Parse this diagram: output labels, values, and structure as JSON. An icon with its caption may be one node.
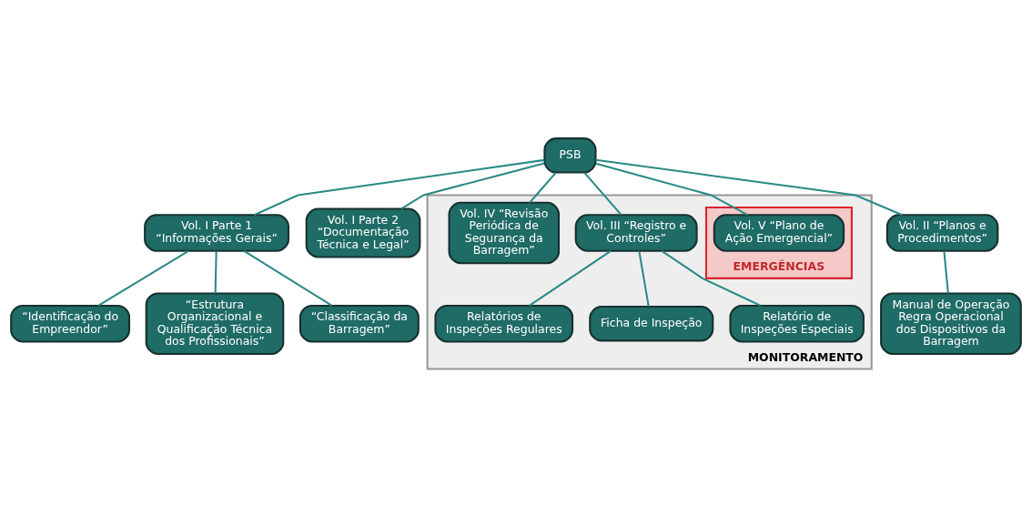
{
  "diagram": {
    "nodes": [
      {
        "text": [
          "PSB"
        ]
      },
      {
        "text": [
          "Vol. I Parte 1 “Informações Gerais”"
        ]
      },
      {
        "text": [
          "Vol. I Parte 2 “Documentação Técnica e Legal”"
        ]
      },
      {
        "text": [
          "Vol. II “Planos e Procedimentos”"
        ]
      },
      {
        "text": [
          "MONITORAMENTO"
        ]
      },
      {
        "text": [
          "Vol. III “Registro e Controles”"
        ],
        "in": 4
      },
      {
        "text": [
          "Vol. IV “Revisão Periódica de Segurança da Barragem”"
        ],
        "in": 4
      },
      {
        "text": [
          "EMERGÊNCIAS"
        ],
        "in": 4
      },
      {
        "text": [
          "Vol. V “Plano de Ação Emergencial”"
        ],
        "in": 7
      },
      {
        "text": [
          "“Identificação do Empreendor”"
        ]
      },
      {
        "text": [
          "“Estrutura Organizacional e Qualificação Técnica dos Profissionais”"
        ]
      },
      {
        "text": [
          "“Classificação da Barragem”"
        ]
      },
      {
        "text": [
          "Manual de Operação Regra Operacional dos Dispositivos da Barragem"
        ]
      },
      {
        "text": [
          "Relatórios de Inspeções Regulares"
        ],
        "in": 4
      },
      {
        "text": [
          "Ficha de Inspeção"
        ],
        "in": 4
      },
      {
        "text": [
          "Relatório de Inspeções Especiais"
        ],
        "in": 4
      }
    ],
    "edges": [
      {
        "from": 0,
        "to": 1,
        "arrow": "none"
      },
      {
        "from": 0,
        "to": 2,
        "arrow": "none"
      },
      {
        "from": 0,
        "to": 3,
        "arrow": "none"
      },
      {
        "from": 0,
        "to": 5,
        "arrow": "none"
      },
      {
        "from": 0,
        "to": 6,
        "arrow": "none"
      },
      {
        "from": 0,
        "to": 8,
        "arrow": "none"
      },
      {
        "from": 1,
        "to": 9,
        "arrow": "none"
      },
      {
        "from": 1,
        "to": 10,
        "arrow": "none"
      },
      {
        "from": 1,
        "to": 11,
        "arrow": "none"
      },
      {
        "from": 3,
        "to": 12,
        "arrow": "none"
      },
      {
        "from": 5,
        "to": 13,
        "arrow": "none"
      },
      {
        "from": 5,
        "to": 14,
        "arrow": "none"
      },
      {
        "from": 5,
        "to": 15,
        "arrow": "none"
      }
    ]
  }
}
